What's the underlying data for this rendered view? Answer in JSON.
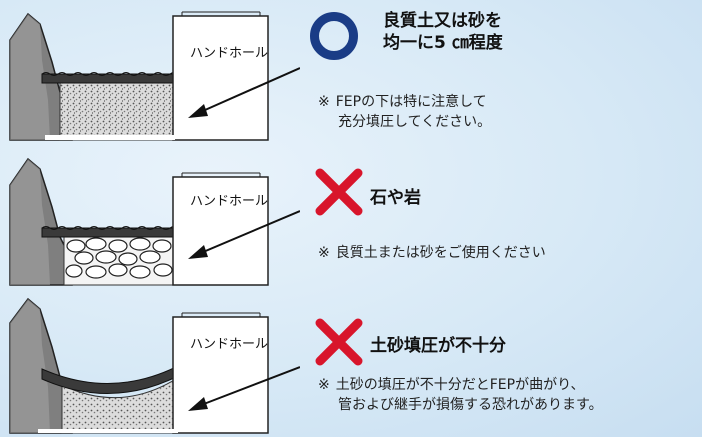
{
  "panels": [
    {
      "box_label": "ハンドホール",
      "verdict": "ok",
      "verdict_color": "#1a3c86",
      "title_lines": [
        "良質土又は砂を",
        "均一に5 ㎝程度"
      ],
      "note_mark": "※",
      "note_lines": [
        "FEPの下は特に注意して",
        "充分填圧してください。"
      ],
      "fill_type": "fine-gravel"
    },
    {
      "box_label": "ハンドホール",
      "verdict": "ng",
      "verdict_color": "#d8152b",
      "title_lines": [
        "石や岩"
      ],
      "note_mark": "※",
      "note_lines": [
        "良質土または砂をご使用ください"
      ],
      "fill_type": "stones"
    },
    {
      "box_label": "ハンドホール",
      "verdict": "ng",
      "verdict_color": "#d8152b",
      "title_lines": [
        "土砂填圧が不十分"
      ],
      "note_mark": "※",
      "note_lines": [
        "土砂の填圧が不十分だとFEPが曲がり、",
        "管および継手が損傷する恐れがあります。"
      ],
      "fill_type": "sagging"
    }
  ]
}
